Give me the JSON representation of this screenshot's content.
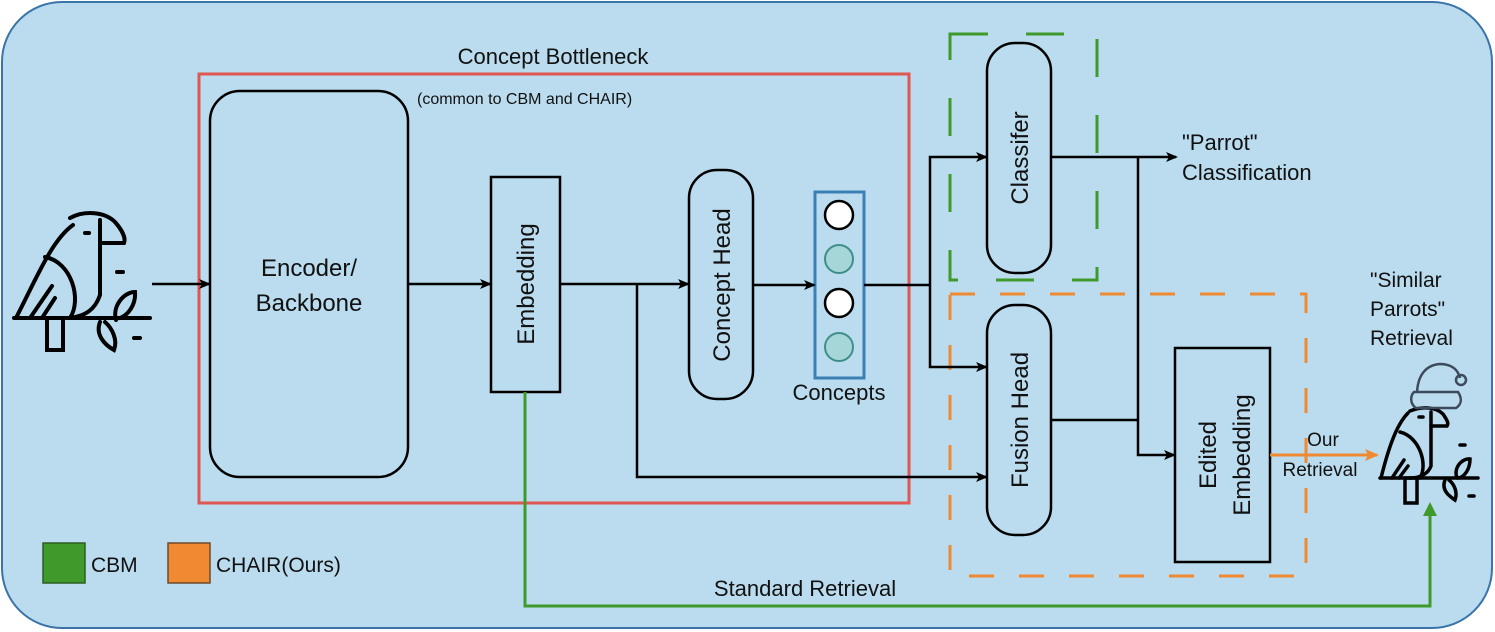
{
  "title": "Concept Bottleneck",
  "subtitle": "(common to CBM and CHAIR)",
  "colors": {
    "background": "#badcee",
    "background_border": "#3b74a8",
    "bottleneck_border": "#e05652",
    "cbm": "#3f9a2b",
    "chair": "#ef8a33",
    "concepts_border": "#3b7fb5",
    "concept_inactive_fill": "#a6d6d8",
    "concept_inactive_stroke": "#3f8e8c",
    "concept_active_fill": "#ffffff",
    "line": "#000000"
  },
  "nodes": {
    "encoder": {
      "line1": "Encoder/",
      "line2": "Backbone"
    },
    "embedding": "Embedding",
    "concept_head": "Concept Head",
    "concepts_label": "Concepts",
    "classifier": "Classifer",
    "fusion_head": "Fusion Head",
    "edited_embedding": {
      "line1": "Edited",
      "line2": "Embedding"
    }
  },
  "concepts": [
    {
      "state": "active"
    },
    {
      "state": "inactive"
    },
    {
      "state": "active"
    },
    {
      "state": "inactive"
    }
  ],
  "outputs": {
    "classification": {
      "line1": "\"Parrot\"",
      "line2": "Classification"
    },
    "retrieval": {
      "line1": "\"Similar",
      "line2": "Parrots\"",
      "line3": "Retrieval"
    },
    "our_retrieval": {
      "line1": "Our",
      "line2": "Retrieval"
    },
    "standard_retrieval": "Standard Retrieval"
  },
  "legend": [
    {
      "label": "CBM",
      "color": "#3f9a2b"
    },
    {
      "label": "CHAIR(Ours)",
      "color": "#ef8a33"
    }
  ],
  "icons": {
    "input": "parrot-icon",
    "output": "parrot-with-santa-hat-icon"
  }
}
